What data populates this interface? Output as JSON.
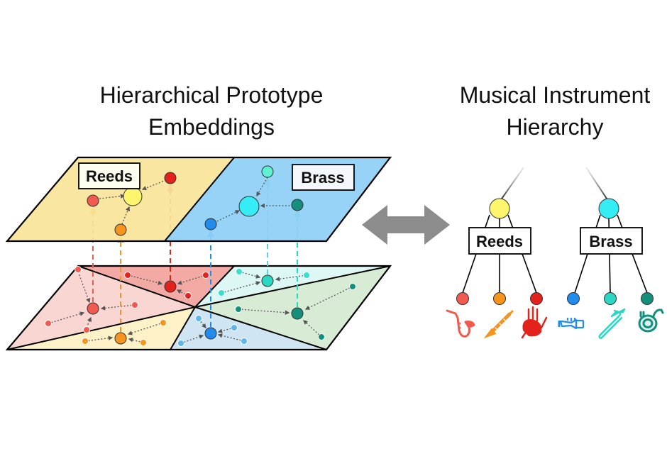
{
  "left_title": {
    "line1": "Hierarchical Prototype",
    "line2": "Embeddings"
  },
  "right_title": {
    "line1": "Musical Instrument",
    "line2": "Hierarchy"
  },
  "labels": {
    "reeds": "Reeds",
    "brass": "Brass"
  },
  "colors": {
    "reeds_plane": "#f8e49a",
    "brass_plane": "#8fd0f5",
    "yellow": "#fdf56b",
    "cyan": "#35eef5",
    "sax_red": "#f05a4f",
    "orange": "#f7941d",
    "red": "#e3221c",
    "blue": "#1f8cee",
    "teal": "#2bd6c2",
    "dark_teal": "#138f7c",
    "arrow_gray": "#8c8c8c"
  },
  "icons": {
    "reeds": [
      "saxophone-icon",
      "clarinet-icon",
      "bagpipes-icon"
    ],
    "brass": [
      "trumpet-icon",
      "trombone-icon",
      "tuba-icon"
    ]
  }
}
